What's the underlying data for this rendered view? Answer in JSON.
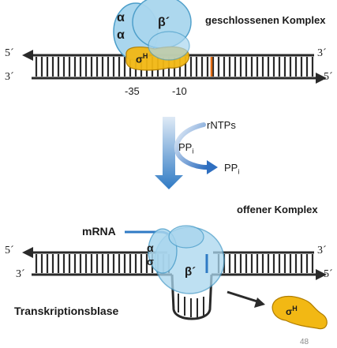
{
  "top": {
    "title": "geschlossenen Komplex",
    "strand_5_left": "5´",
    "strand_3_right": "3´",
    "strand_3_left": "3´",
    "strand_5_right": "5´",
    "alpha1": "α",
    "alpha2": "α",
    "beta_prime": "β´",
    "sigma": "σ",
    "sigma_sup": "H",
    "pos_35": "-35",
    "pos_10": "-10"
  },
  "middle": {
    "rntps": "rNTPs",
    "ppi_left": "PP",
    "ppi_left_sub": "i",
    "ppi_right": "PP",
    "ppi_right_sub": "i"
  },
  "bottom": {
    "title": "offener Komplex",
    "mrna": "mRNA",
    "strand_5_left": "5´",
    "strand_3_right": "3´",
    "strand_3_left": "3´",
    "strand_5_right": "5´",
    "alpha": "α",
    "sigma": "σ",
    "beta_prime": "β´",
    "bubble_label": "Transkriptionsblase",
    "free_sigma": "σ",
    "free_sigma_sup": "H"
  },
  "page_number": "48",
  "colors": {
    "polymerase": "#a9d6ee",
    "polymerase_edge": "#4a9dc9",
    "sigma": "#f2b814",
    "sigma_edge": "#b07d00",
    "arrow_blue": "#2f7ac4",
    "dna": "#2a2a2a",
    "promoter_mark": "#e36b10"
  }
}
